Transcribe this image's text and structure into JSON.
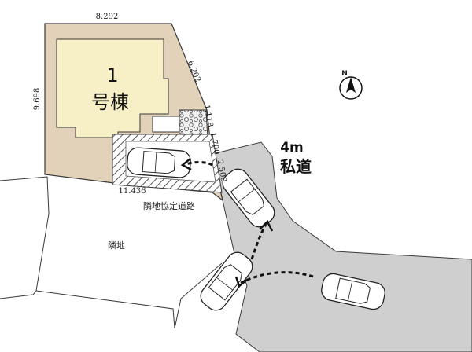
{
  "plan": {
    "building_number": "1",
    "building_name": "号棟",
    "road_width": "4m",
    "road_name": "私道",
    "shared_road_label": "隣地協定道路",
    "neighbor_label": "隣地",
    "north_label": "N"
  },
  "dimensions": {
    "top": "8.292",
    "left": "9.698",
    "upper_right": "6.202",
    "bottom": "11.436",
    "frontage_a": "1.118",
    "frontage_b": "1.700",
    "frontage_c": "2.500"
  },
  "colors": {
    "lot": "#e2d2b9",
    "building": "#f7efc6",
    "road": "#cfcfcf",
    "line": "#3a3a3a"
  }
}
